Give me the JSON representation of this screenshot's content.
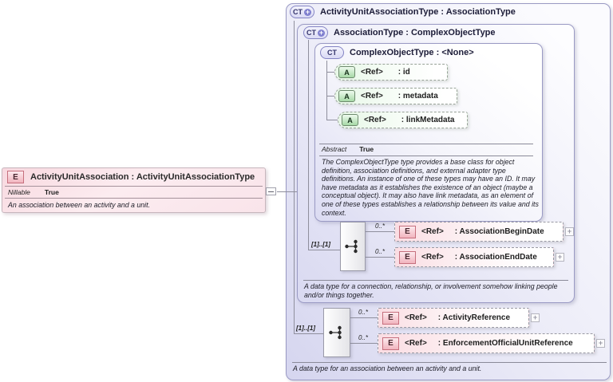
{
  "global_element": {
    "icon_label": "E",
    "title": "ActivityUnitAssociation : ActivityUnitAssociationType",
    "facet_label": "Nillable",
    "facet_value": "True",
    "annotation": "An association between an activity and a unit."
  },
  "activity_unit_association_type": {
    "icon_label": "CT",
    "icon_plus": "+",
    "title": "ActivityUnitAssociationType : AssociationType",
    "occurrence": "[1]..[1]",
    "elements": [
      {
        "cardinality": "0..*",
        "icon_label": "E",
        "ref_label": "<Ref>",
        "name": ": ActivityReference",
        "expand": "+"
      },
      {
        "cardinality": "0..*",
        "icon_label": "E",
        "ref_label": "<Ref>",
        "name": ": EnforcementOfficialUnitReference",
        "expand": "+"
      }
    ],
    "annotation": "A data type for an association between an activity and a unit."
  },
  "association_type": {
    "icon_label": "CT",
    "icon_plus": "+",
    "title": "AssociationType : ComplexObjectType",
    "occurrence": "[1]..[1]",
    "elements": [
      {
        "cardinality": "0..*",
        "icon_label": "E",
        "ref_label": "<Ref>",
        "name": ": AssociationBeginDate",
        "expand": "+"
      },
      {
        "cardinality": "0..*",
        "icon_label": "E",
        "ref_label": "<Ref>",
        "name": ": AssociationEndDate",
        "expand": "+"
      }
    ],
    "annotation": "A data type for a connection, relationship, or involvement somehow linking people and/or things together."
  },
  "complex_object_type": {
    "icon_label": "CT",
    "title": "ComplexObjectType : <None>",
    "attributes": [
      {
        "icon_label": "A",
        "ref_label": "<Ref>",
        "name": ": id"
      },
      {
        "icon_label": "A",
        "ref_label": "<Ref>",
        "name": ": metadata"
      },
      {
        "icon_label": "A",
        "ref_label": "<Ref>",
        "name": ": linkMetadata"
      }
    ],
    "facet_label": "Abstract",
    "facet_value": "True",
    "description": "The ComplexObjectType type provides a base class for object definition, association definitions, and external adapter type definitions. An instance of one of these types may have an ID. It may have metadata as it establishes the existence of an object (maybe a conceptual object). It may also have link metadata, as an element of one of these types establishes a relationship between its value and its context."
  }
}
